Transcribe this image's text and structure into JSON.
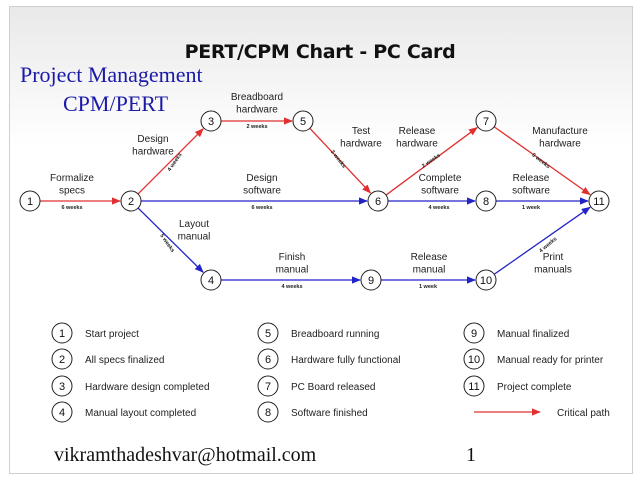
{
  "title": "PERT/CPM Chart - PC Card",
  "header_lines": [
    "Project Management",
    "CPM/PERT"
  ],
  "colors": {
    "critical": "#e03030",
    "normal": "#2323c8",
    "node_border": "#222222"
  },
  "nodes": [
    "1",
    "2",
    "3",
    "4",
    "5",
    "6",
    "7",
    "8",
    "9",
    "10",
    "11"
  ],
  "activities": [
    {
      "from": "1",
      "to": "2",
      "name": [
        "Formalize",
        "specs"
      ],
      "duration": "6 weeks",
      "critical": true
    },
    {
      "from": "2",
      "to": "3",
      "name": [
        "Design",
        "hardware"
      ],
      "duration": "4 weeks",
      "critical": true
    },
    {
      "from": "3",
      "to": "5",
      "name": [
        "Breadboard",
        "hardware"
      ],
      "duration": "2 weeks",
      "critical": true
    },
    {
      "from": "5",
      "to": "6",
      "name": [
        "Test",
        "hardware"
      ],
      "duration": "3 weeks",
      "critical": true
    },
    {
      "from": "6",
      "to": "7",
      "name": [
        "Release",
        "hardware"
      ],
      "duration": "2 weeks",
      "critical": true
    },
    {
      "from": "7",
      "to": "11",
      "name": [
        "Manufacture",
        "hardware"
      ],
      "duration": "6 weeks",
      "critical": true
    },
    {
      "from": "2",
      "to": "6",
      "name": [
        "Design",
        "software"
      ],
      "duration": "6 weeks",
      "critical": false
    },
    {
      "from": "6",
      "to": "8",
      "name": [
        "Complete",
        "software"
      ],
      "duration": "4 weeks",
      "critical": false
    },
    {
      "from": "8",
      "to": "11",
      "name": [
        "Release",
        "software"
      ],
      "duration": "1 week",
      "critical": false
    },
    {
      "from": "2",
      "to": "4",
      "name": [
        "Layout",
        "manual"
      ],
      "duration": "5 weeks",
      "critical": false
    },
    {
      "from": "4",
      "to": "9",
      "name": [
        "Finish",
        "manual"
      ],
      "duration": "4 weeks",
      "critical": false
    },
    {
      "from": "9",
      "to": "10",
      "name": [
        "Release",
        "manual"
      ],
      "duration": "1 week",
      "critical": false
    },
    {
      "from": "10",
      "to": "11",
      "name": [
        "Print",
        "manuals"
      ],
      "duration": "4 weeks",
      "critical": false
    }
  ],
  "legend": [
    {
      "num": "1",
      "text": "Start project"
    },
    {
      "num": "2",
      "text": "All specs finalized"
    },
    {
      "num": "3",
      "text": "Hardware design completed"
    },
    {
      "num": "4",
      "text": "Manual layout completed"
    },
    {
      "num": "5",
      "text": "Breadboard running"
    },
    {
      "num": "6",
      "text": "Hardware fully functional"
    },
    {
      "num": "7",
      "text": "PC Board released"
    },
    {
      "num": "8",
      "text": "Software finished"
    },
    {
      "num": "9",
      "text": "Manual finalized"
    },
    {
      "num": "10",
      "text": "Manual ready for printer"
    },
    {
      "num": "11",
      "text": "Project complete"
    }
  ],
  "critical_path_label": "Critical path",
  "footer": {
    "email": "vikramthadeshvar@hotmail.com",
    "page": "1"
  }
}
